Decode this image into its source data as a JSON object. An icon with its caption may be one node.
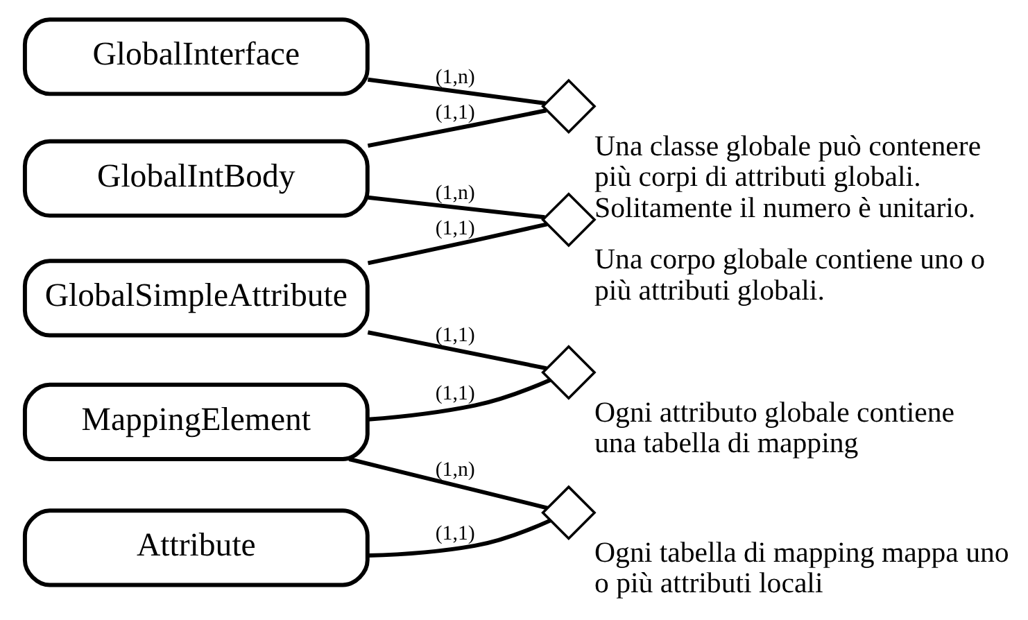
{
  "diagram": {
    "nodes": [
      {
        "text": [
          "GlobalInterface"
        ]
      },
      {
        "text": [
          "GlobalIntBody"
        ]
      },
      {
        "text": [
          "GlobalSimpleAttribute"
        ]
      },
      {
        "text": [
          "MappingElement"
        ]
      },
      {
        "text": [
          "Attribute"
        ]
      },
      {
        "text": [],
        "shape": "diamond",
        "beside": [
          "Una classe globale può contenere più corpi di attributi globali. Solitamente il numero è unitario."
        ]
      },
      {
        "text": [],
        "shape": "diamond",
        "beside": [
          "Una corpo globale contiene uno o più attributi globali."
        ]
      },
      {
        "text": [],
        "shape": "diamond",
        "beside": [
          "Ogni attributo globale contiene una tabella di mapping"
        ]
      },
      {
        "text": [],
        "shape": "diamond",
        "beside": [
          "Ogni tabella di mapping mappa uno o più attributi locali"
        ]
      }
    ],
    "edges": [
      {
        "from": 0,
        "to": 5,
        "arrow": "none",
        "label": "(1,n)"
      },
      {
        "from": 1,
        "to": 5,
        "arrow": "none",
        "label": "(1,1)"
      },
      {
        "from": 1,
        "to": 6,
        "arrow": "none",
        "label": "(1,n)"
      },
      {
        "from": 2,
        "to": 6,
        "arrow": "none",
        "label": "(1,1)"
      },
      {
        "from": 2,
        "to": 7,
        "arrow": "none",
        "label": "(1,1)"
      },
      {
        "from": 3,
        "to": 7,
        "arrow": "none",
        "label": "(1,1)"
      },
      {
        "from": 3,
        "to": 8,
        "arrow": "none",
        "label": "(1,n)"
      },
      {
        "from": 4,
        "to": 8,
        "arrow": "none",
        "label": "(1,1)"
      }
    ]
  }
}
